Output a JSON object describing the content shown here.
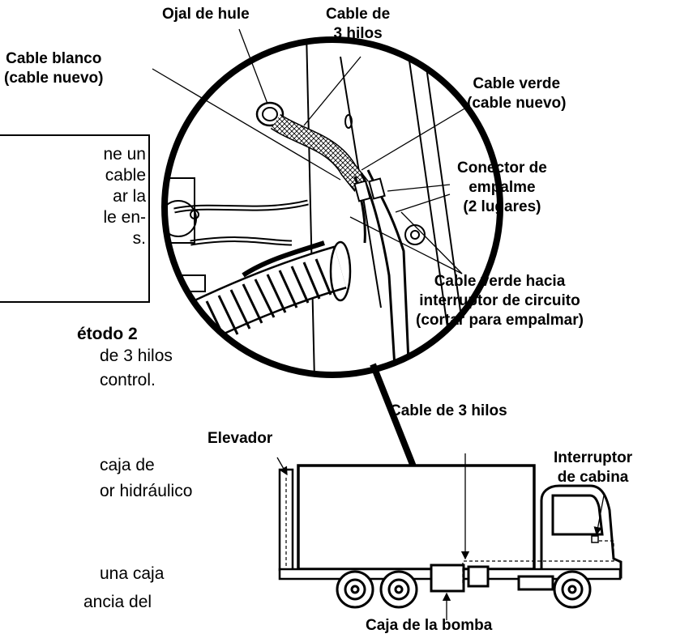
{
  "labels": {
    "rubber_grommet": "Ojal de hule",
    "three_wire_cable_line1": "Cable de",
    "three_wire_cable_line2": "3 hilos",
    "white_wire_line1": "Cable blanco",
    "white_wire_line2": "(cable nuevo)",
    "green_wire_new_line1": "Cable verde",
    "green_wire_new_line2": "(cable nuevo)",
    "splice_connector_line1": "Conector de",
    "splice_connector_line2": "empalme",
    "splice_connector_line3": "(2 lugares)",
    "green_wire_breaker_line1": "Cable verde hacia",
    "green_wire_breaker_line2": "interruptor de circuito",
    "green_wire_breaker_line3": "(cortar para empalmar)",
    "three_wire_cable_truck": "Cable de 3 hilos",
    "liftgate": "Elevador",
    "cab_switch_line1": "Interruptor",
    "cab_switch_line2": "de cabina",
    "pump_box": "Caja de la bomba"
  },
  "left_text": {
    "note_lines": [
      "ne un",
      "cable",
      "ar la",
      "le en-",
      "s."
    ],
    "method_heading": "étodo 2",
    "body_lines": [
      "de 3 hilos",
      " control.",
      "caja de",
      "or hidráulico",
      "una caja",
      "ancia del"
    ]
  }
}
